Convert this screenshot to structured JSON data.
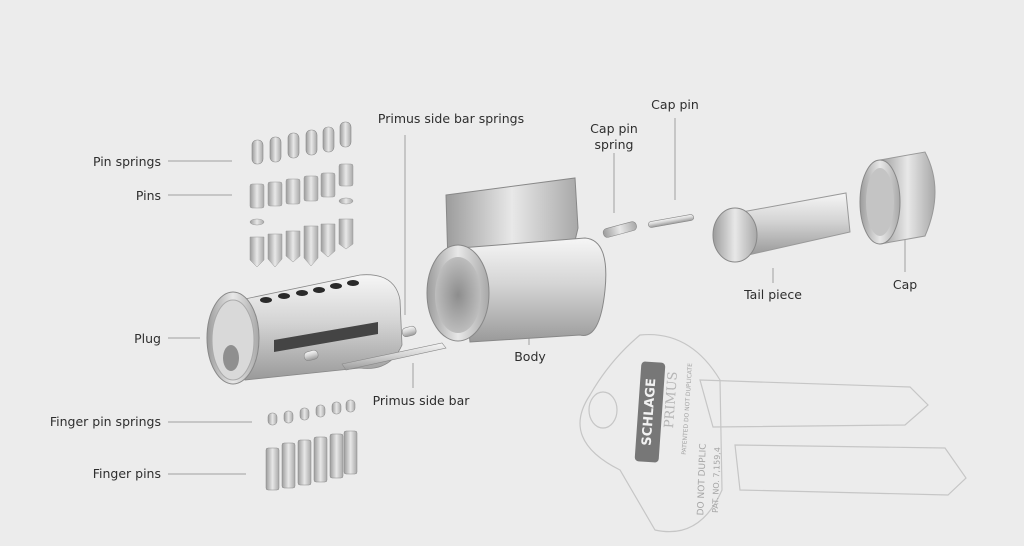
{
  "title": "Schlage Primus cylinder exploded view",
  "labels": {
    "pin_springs": "Pin springs",
    "pins": "Pins",
    "plug": "Plug",
    "finger_pin_springs": "Finger pin springs",
    "finger_pins": "Finger pins",
    "primus_side_bar_springs": "Primus side bar springs",
    "primus_side_bar": "Primus side bar",
    "body": "Body",
    "cap_pin_spring_1": "Cap pin",
    "cap_pin_spring_2": "spring",
    "cap_pin": "Cap pin",
    "tail_piece": "Tail piece",
    "cap": "Cap"
  },
  "key": {
    "brand": "SCHLAGE",
    "stamp": "PRIMUS",
    "notice": "PATENTED DO NOT DUPLICATE",
    "notice2": "DO NOT DUPLIC",
    "patent": "PAT. NO. 7,159,4"
  },
  "colors": {
    "background": "#ececec",
    "text": "#2e2e2e",
    "leader": "#9a9a9a"
  }
}
